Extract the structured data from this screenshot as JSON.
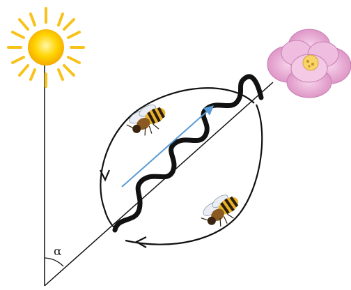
{
  "diagram": {
    "angle_label": "α",
    "elements": [
      {
        "name": "sun",
        "kind": "sun-icon"
      },
      {
        "name": "flower",
        "kind": "rose-icon"
      },
      {
        "name": "bee-top",
        "kind": "bee-icon"
      },
      {
        "name": "bee-bottom",
        "kind": "bee-icon"
      },
      {
        "name": "waggle-run",
        "kind": "wavy-path"
      },
      {
        "name": "return-loop-left",
        "kind": "arrow-loop"
      },
      {
        "name": "return-loop-right",
        "kind": "arrow-loop"
      },
      {
        "name": "direction-arrow",
        "kind": "arrow"
      }
    ],
    "colors": {
      "sun_core": "#ffd400",
      "sun_rays": "#f7c21a",
      "flower_petals": "#e9a9d6",
      "flower_center": "#f6d46a",
      "arrow": "#5b9bd5",
      "lines": "#111111"
    }
  }
}
